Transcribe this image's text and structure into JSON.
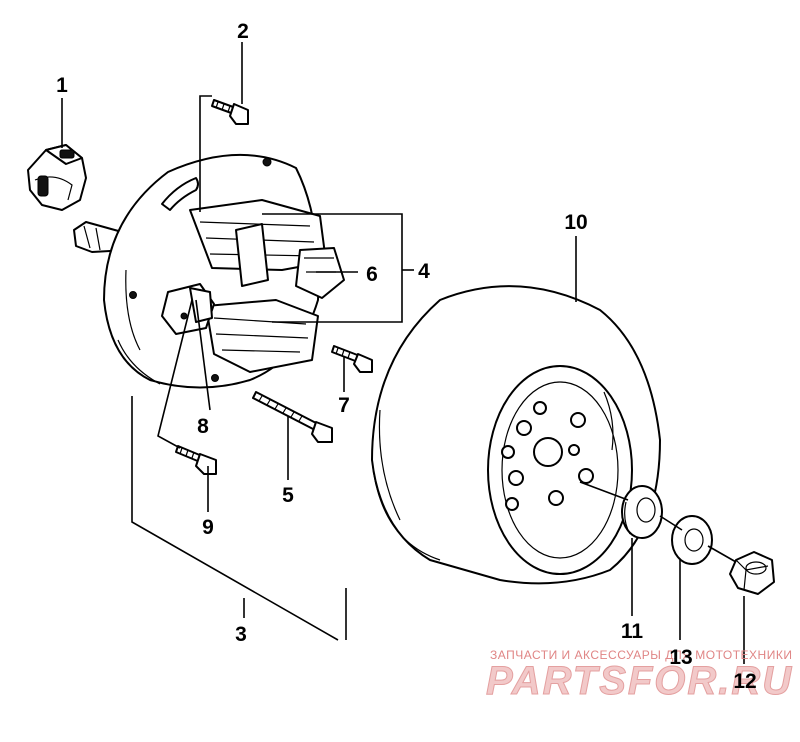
{
  "callouts": [
    {
      "id": "1",
      "text": "1"
    },
    {
      "id": "2",
      "text": "2"
    },
    {
      "id": "3",
      "text": "3"
    },
    {
      "id": "4",
      "text": "4"
    },
    {
      "id": "5",
      "text": "5"
    },
    {
      "id": "6",
      "text": "6"
    },
    {
      "id": "7",
      "text": "7"
    },
    {
      "id": "8",
      "text": "8"
    },
    {
      "id": "9",
      "text": "9"
    },
    {
      "id": "10",
      "text": "10"
    },
    {
      "id": "11",
      "text": "11"
    },
    {
      "id": "12",
      "text": "12"
    },
    {
      "id": "13",
      "text": "13"
    }
  ],
  "watermark": {
    "tagline": "ЗАПЧАСТИ И АКСЕССУАРЫ ДЛЯ МОТОТЕХНИКИ",
    "logo": "PARTSFOR.RU"
  }
}
